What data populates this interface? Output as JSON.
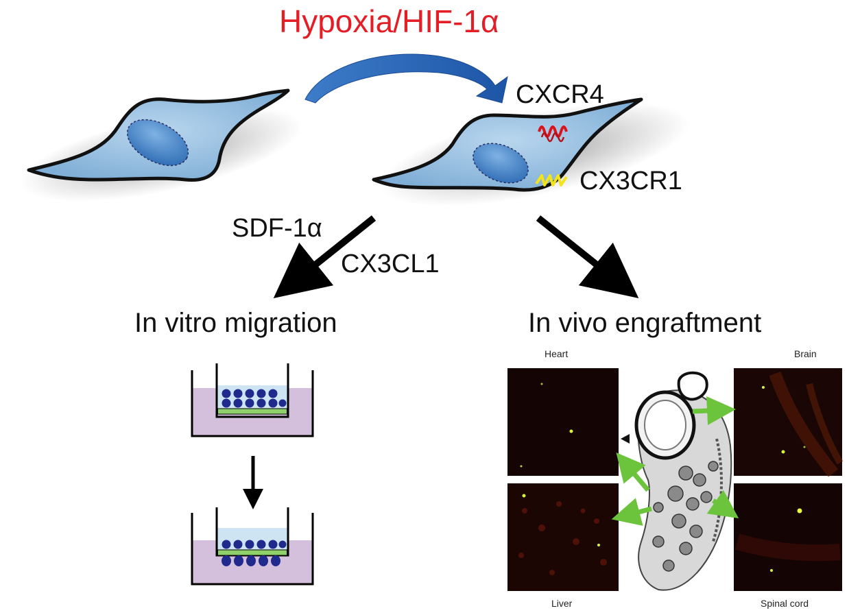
{
  "title": "Hypoxia/HIF-1α",
  "receptors": {
    "cxcr4": "CXCR4",
    "cx3cr1": "CX3CR1"
  },
  "ligands": {
    "sdf": "SDF-1α",
    "cx3cl1": "CX3CL1"
  },
  "sections": {
    "migration": "In vitro migration",
    "engraftment": "In vivo engraftment"
  },
  "panels": {
    "heart": "Heart",
    "brain": "Brain",
    "liver": "Liver",
    "spinal_cord": "Spinal cord"
  },
  "colors": {
    "hypoxia_text": "#e41e26",
    "cell_fill": "#8fb9dc",
    "nucleus": "#3f7ec3",
    "curved_arrow": "#2a64b5",
    "cxcr4_receptor": "#d8141c",
    "cx3cr1_receptor": "#f2e41c",
    "well_medium": "#d4bfdc",
    "insert_fluid": "#cfe4f2",
    "membrane": "#8ed16a",
    "migrating_cells": "#1f2a8c",
    "tissue_arrows": "#6cc43c"
  }
}
